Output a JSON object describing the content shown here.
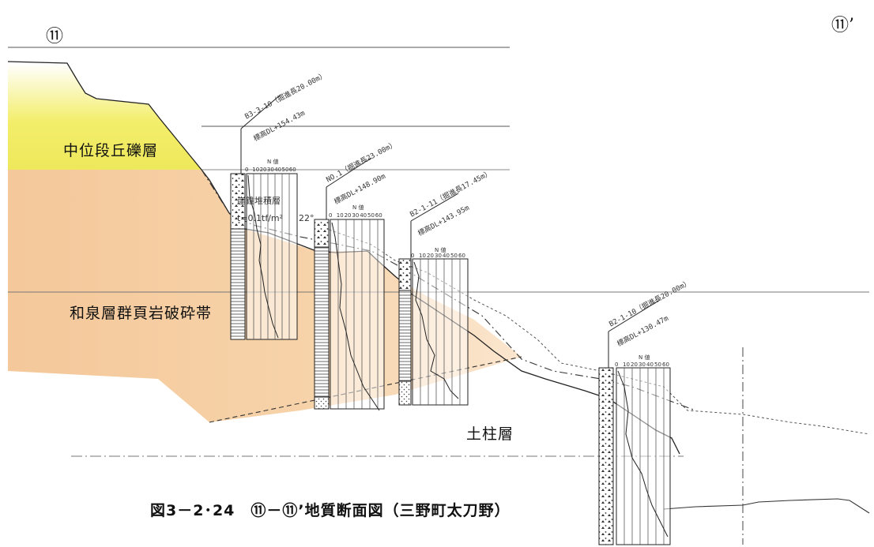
{
  "section_marks": {
    "left": "⑪",
    "right": "⑪’"
  },
  "layers": {
    "gravel": "中位段丘礫層",
    "izumi": "和泉層群頁岩破砕帯",
    "dochu": "土柱層"
  },
  "caption": "図3－2･24　⑪－⑪’地質断面図（三野町太刀野）",
  "boreholes": [
    {
      "id": "B3-3-10",
      "depth": "（掘進長20.00m）",
      "elev": "標高DL+154.43m",
      "n_title": "N 値"
    },
    {
      "id": "NO.1",
      "depth": "（掘進長23.00m）",
      "elev": "標高DL+148.90m",
      "n_title": "N 値"
    },
    {
      "id": "B2-1-11",
      "depth": "（掘進長17.45m）",
      "elev": "標高DL+143.95m",
      "n_title": "N 値"
    },
    {
      "id": "B2-1-10",
      "depth": "（掘進長20.00m）",
      "elev": "標高DL+130.47m",
      "n_title": "N 値"
    }
  ],
  "n_axis_ticks": [
    "0",
    "10",
    "20",
    "30",
    "40",
    "50",
    "60"
  ],
  "annotations": {
    "colluvium": "崖錐堆積層",
    "load": "t=0.1tf/m²",
    "angle": "22°"
  },
  "colors": {
    "gravel_fill": "#f3ee6a",
    "shatter_fill": "#f6cfa0",
    "line": "#222222"
  }
}
